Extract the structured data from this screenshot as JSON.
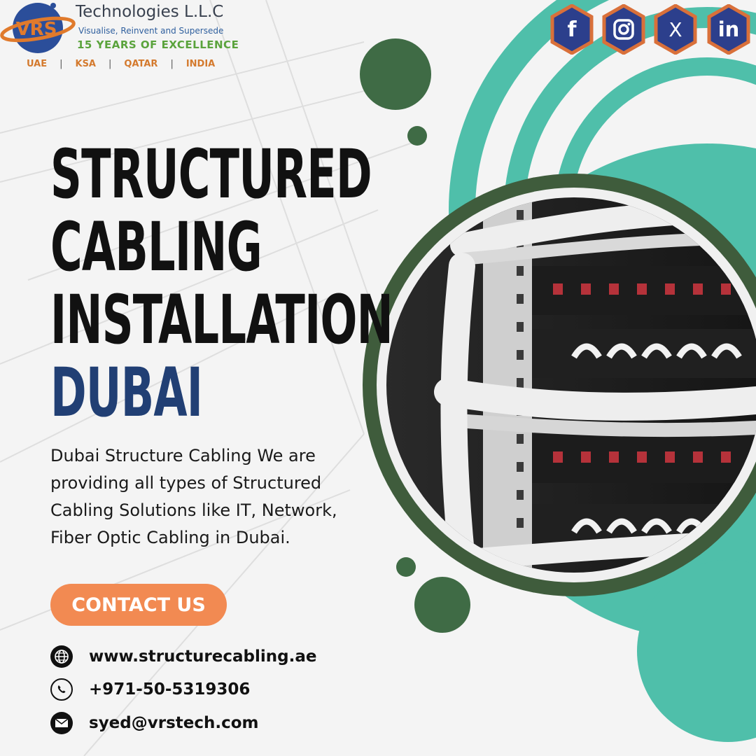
{
  "brand": {
    "logo_text": "VRS",
    "title": "Technologies L.L.C",
    "tagline": "Visualise, Reinvent and Supersede",
    "years": "15 YEARS OF EXCELLENCE",
    "regions": [
      "UAE",
      "KSA",
      "QATAR",
      "INDIA"
    ]
  },
  "social": [
    {
      "icon": "facebook-icon",
      "glyph": "f"
    },
    {
      "icon": "instagram-icon",
      "glyph": ""
    },
    {
      "icon": "x-icon",
      "glyph": "X"
    },
    {
      "icon": "linkedin-icon",
      "glyph": "in"
    }
  ],
  "headline": {
    "line1": "STRUCTURED",
    "line2": "CABLING",
    "line3": "INSTALLATION",
    "city": "DUBAI"
  },
  "description": "Dubai Structure Cabling  We are providing all types of Structured Cabling Solutions like IT, Network, Fiber Optic Cabling in Dubai.",
  "cta": {
    "label": "CONTACT US"
  },
  "contact": {
    "website": "www.structurecabling.ae",
    "phone": "+971-50-5319306",
    "email": "syed@vrstech.com"
  },
  "colors": {
    "teal": "#4fbfaa",
    "dark_green": "#3f5c3c",
    "navy": "#213f74",
    "orange": "#f28a52",
    "social_hex_border": "#d9703a",
    "social_hex_fill": "#2c3f8c"
  }
}
